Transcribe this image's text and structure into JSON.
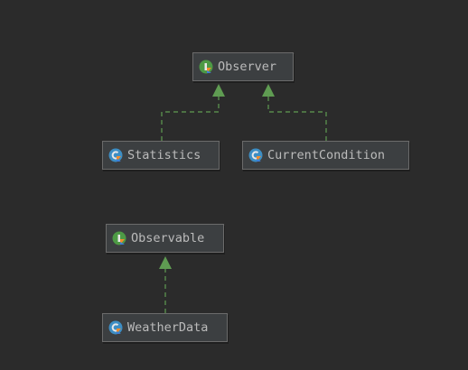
{
  "diagram": {
    "nodes": {
      "observer": {
        "label": "Observer",
        "kind": "interface",
        "icon": "interface-icon"
      },
      "statistics": {
        "label": "Statistics",
        "kind": "class",
        "icon": "class-icon"
      },
      "current_condition": {
        "label": "CurrentCondition",
        "kind": "class",
        "icon": "class-icon"
      },
      "observable": {
        "label": "Observable",
        "kind": "interface",
        "icon": "interface-icon"
      },
      "weather_data": {
        "label": "WeatherData",
        "kind": "class",
        "icon": "class-icon"
      }
    },
    "relations": [
      {
        "from": "Statistics",
        "to": "Observer",
        "type": "implements"
      },
      {
        "from": "CurrentCondition",
        "to": "Observer",
        "type": "implements"
      },
      {
        "from": "WeatherData",
        "to": "Observable",
        "type": "implements"
      }
    ]
  },
  "colors": {
    "background": "#2b2b2b",
    "node_fill": "#3c3f41",
    "node_border": "#6b6b6b",
    "text": "#bbbbbb",
    "arrow": "#5f9c52",
    "class_icon": "#3d8ec4",
    "interface_icon": "#4d9a45",
    "kotlin_mark": "#f08c2d"
  }
}
